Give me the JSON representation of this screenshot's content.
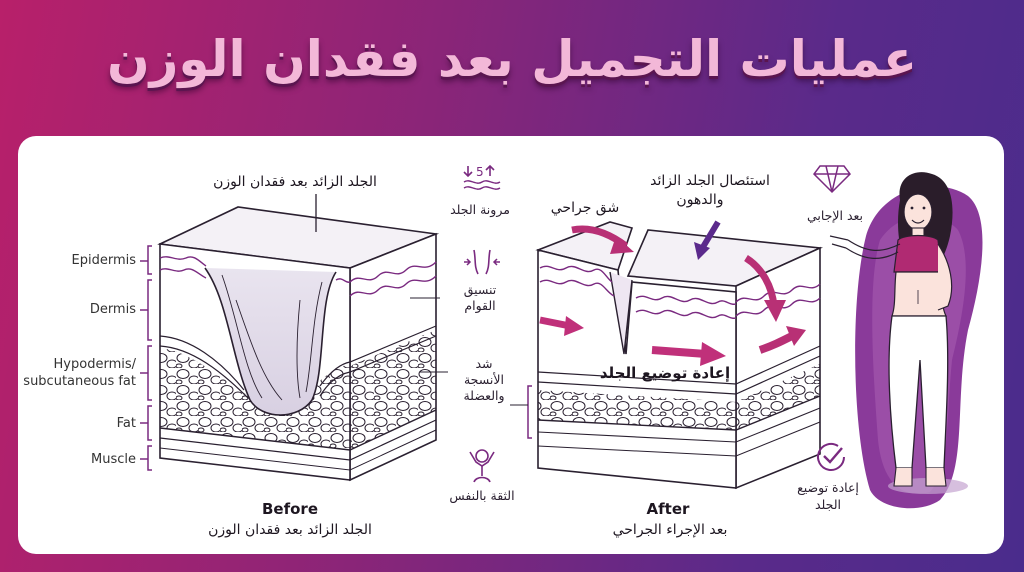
{
  "title": "عمليات التجميل بعد فقدان الوزن",
  "before": {
    "top_label": "الجلد الزائد بعد فقدان الوزن",
    "caption_en": "Before",
    "caption_ar": "الجلد الزائد بعد فقدان الوزن",
    "layers": [
      "Epidermis",
      "Dermis",
      "Hypodermis/",
      "subcutaneous fat",
      "Fat",
      "Muscle"
    ]
  },
  "after": {
    "incision_label": "شق جراحي",
    "removal_label_line1": "استئصال الجلد الزائد",
    "removal_label_line2": "والدهون",
    "reposition_label": "إعادة توضيع الجلد",
    "caption_en": "After",
    "caption_ar": "بعد الإجراء الجراحي"
  },
  "benefits": {
    "elasticity": "مرونة الجلد",
    "contour_line1": "تنسيق",
    "contour_line2": "القوام",
    "tighten_line1": "شد",
    "tighten_line2": "الأنسجة",
    "tighten_line3": "والعضلة",
    "confidence": "الثقة بالنفس"
  },
  "result": {
    "label": "بعد الإجابي",
    "check_line1": "إعادة توضيع",
    "check_line2": "الجلد"
  },
  "colors": {
    "accent": "#7a2a80",
    "arrow_pink": "#c0307a",
    "arrow_purple": "#5b2a8c",
    "line": "#2a2030"
  },
  "icons": [
    "elasticity-icon",
    "waist-icon",
    "muscle-icon",
    "person-icon",
    "diamond-icon",
    "check-icon"
  ]
}
